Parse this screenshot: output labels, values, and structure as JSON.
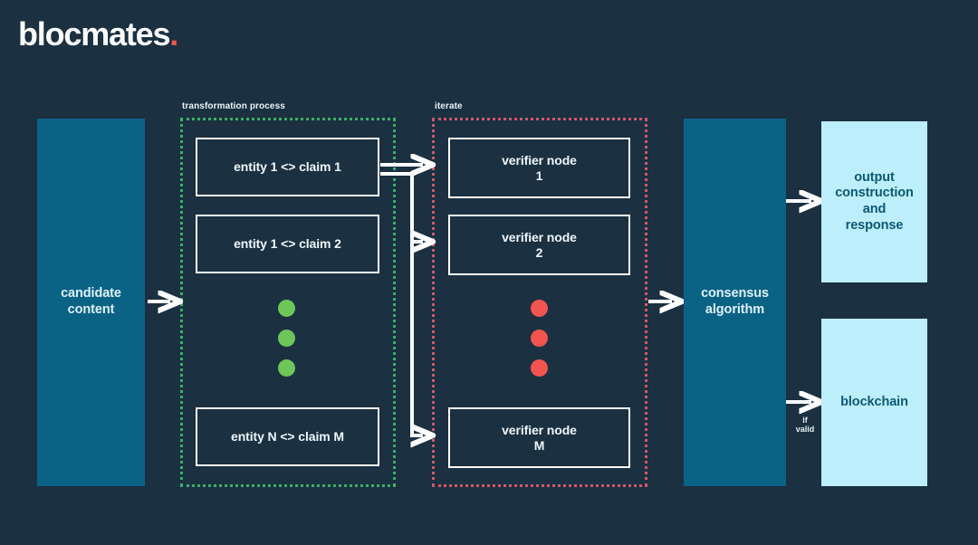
{
  "brand": {
    "name": "blocmates",
    "dot": ".",
    "accent_color": "#f4544f"
  },
  "palette": {
    "background": "#1b3040",
    "teal_block": "#0a6285",
    "light_block": "#bdeefc",
    "light_block_text": "#0d5975",
    "outline": "#ffffff",
    "green_dotted": "#39b06a",
    "red_dotted": "#d4566b",
    "green_bead": "#6dc65a",
    "red_bead": "#f4544f"
  },
  "groups": [
    {
      "id": "transformation",
      "label": "transformation process",
      "border_color": "#39b06a"
    },
    {
      "id": "iterate",
      "label": "iterate",
      "border_color": "#d4566b"
    }
  ],
  "blocks": {
    "input": {
      "label": "candidate\ncontent",
      "line1": "candidate",
      "line2": "content"
    },
    "consensus": {
      "label": "consensus\nalgorithm",
      "line1": "consensus",
      "line2": "algorithm"
    },
    "output": {
      "label": "output construction and response",
      "line1": "output",
      "line2": "construction",
      "line3": "and",
      "line4": "response"
    },
    "blockchain": {
      "label": "blockchain"
    }
  },
  "entities": [
    {
      "label": "entity 1 <> claim 1"
    },
    {
      "label": "entity 1 <> claim 2"
    },
    {
      "label": "entity N <> claim M"
    }
  ],
  "verifiers": [
    {
      "line1": "verifier node",
      "line2": "1"
    },
    {
      "line1": "verifier node",
      "line2": "2"
    },
    {
      "line1": "verifier node",
      "line2": "M"
    }
  ],
  "ellipsis": {
    "entity_dots_color": "#6dc65a",
    "entity_dots_count": 3,
    "verifier_dots_color": "#f4544f",
    "verifier_dots_count": 3
  },
  "edges": [
    {
      "from": "input",
      "to": "transformation",
      "caption": ""
    },
    {
      "from": "iterate",
      "to": "consensus",
      "caption": ""
    },
    {
      "from": "consensus",
      "to": "output",
      "caption": ""
    },
    {
      "from": "consensus",
      "to": "blockchain",
      "caption": "if\nvalid"
    }
  ],
  "captions": {
    "if_valid": "if\nvalid"
  }
}
